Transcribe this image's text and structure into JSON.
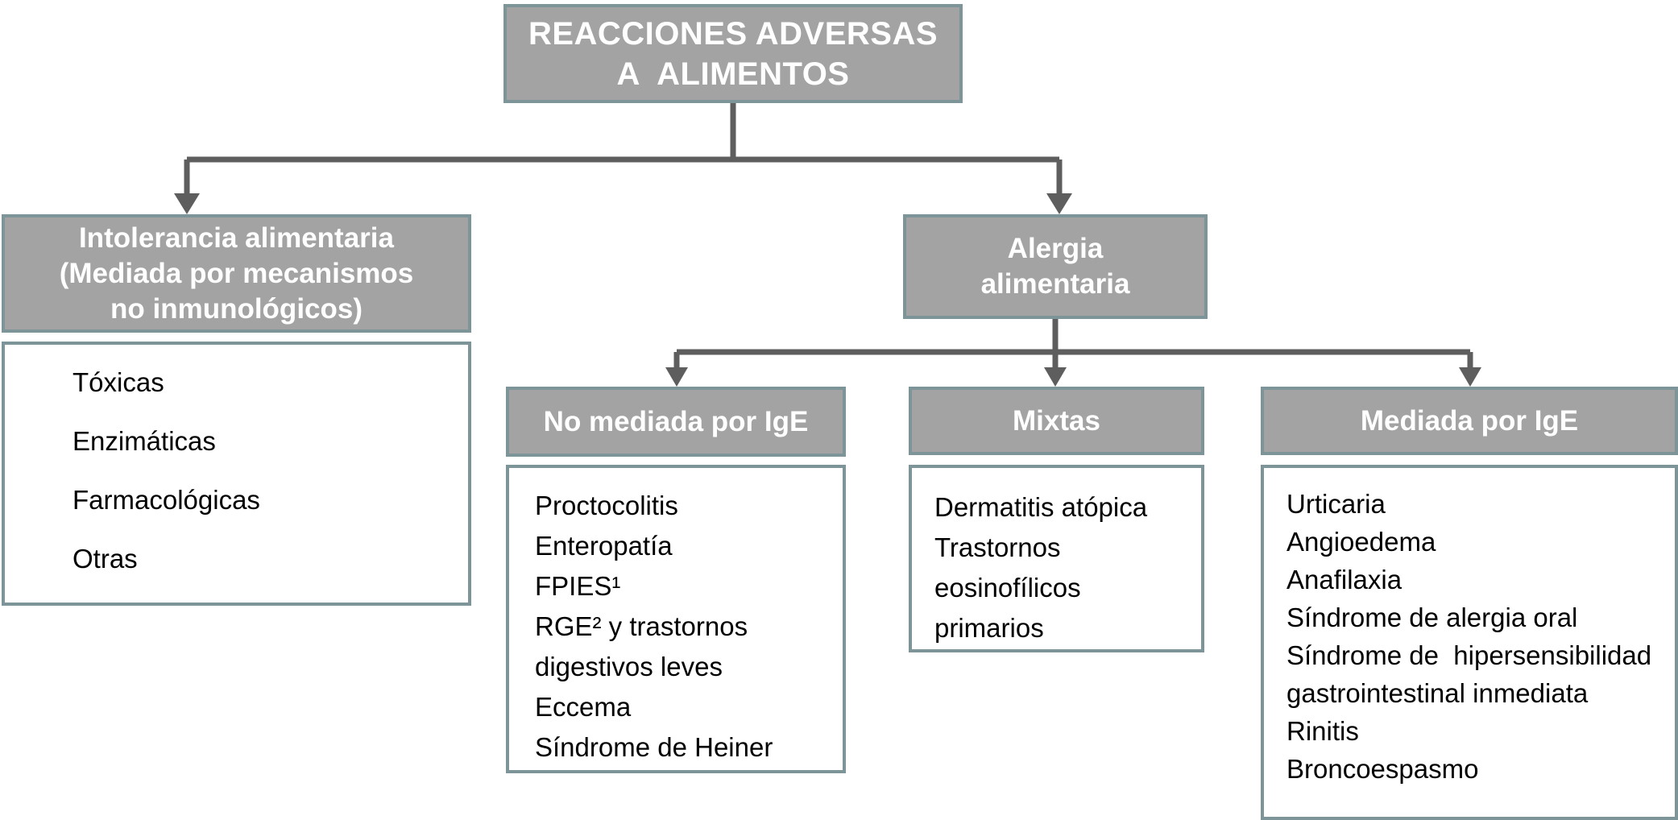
{
  "diagram": {
    "title_box": {
      "line1": "REACCIONES ADVERSAS",
      "line2": "A  ALIMENTOS"
    },
    "intolerancia": {
      "header_line1": "Intolerancia alimentaria",
      "header_line2": "(Mediada por mecanismos",
      "header_line3": "no inmunológicos)",
      "items": [
        "Tóxicas",
        "Enzimáticas",
        "Farmacológicas",
        "Otras"
      ]
    },
    "alergia": {
      "header_line1": "Alergia",
      "header_line2": "alimentaria"
    },
    "no_mediada_ige": {
      "header": "No mediada por IgE",
      "items": [
        "Proctocolitis",
        "Enteropatía",
        "FPIES¹",
        "RGE² y trastornos",
        "digestivos leves",
        "Eccema",
        "Síndrome de Heiner"
      ]
    },
    "mixtas": {
      "header": "Mixtas",
      "items": [
        "Dermatitis atópica",
        "Trastornos",
        "eosinofílicos",
        "primarios"
      ]
    },
    "mediada_ige": {
      "header": "Mediada por IgE",
      "items": [
        "Urticaria",
        "Angioedema",
        "Anafilaxia",
        "Síndrome de alergia oral",
        "Síndrome de  hipersensibilidad",
        "gastrointestinal inmediata",
        "Rinitis",
        "Broncoespasmo"
      ]
    },
    "colors": {
      "header_fill": "#a3a3a3",
      "box_border": "#7d9499",
      "connector": "#5e5e5e",
      "header_text": "#ffffff",
      "list_text": "#000000",
      "background": "#ffffff"
    }
  }
}
